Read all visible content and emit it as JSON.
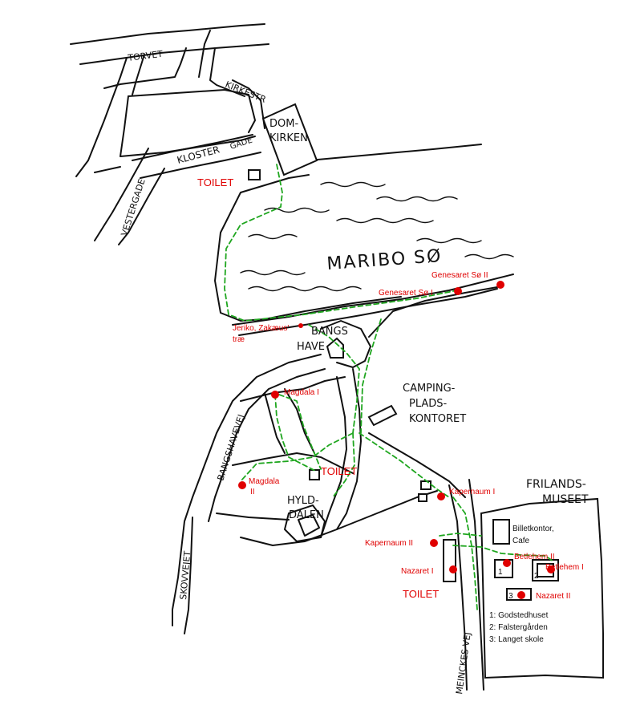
{
  "colors": {
    "ink": "#111111",
    "accent": "#e00000",
    "path": "#1fa61f",
    "background": "#ffffff"
  },
  "streets": {
    "torvet": "TORVET",
    "kirkestr": "KIRKESTR",
    "kloster": "KLOSTER",
    "gade": "GADE",
    "vestergade": "VESTERGADE",
    "bangshavevej": "BANGSHAVEVEJ",
    "skovvejet": "SKOVVEJET",
    "meinckes_vej": "MEINCKES VEJ"
  },
  "places": {
    "domkirken_1": "DOM-",
    "domkirken_2": "KIRKEN",
    "maribo_so": "MARIBO SØ",
    "bangs_have_1": "BANGS",
    "bangs_have_2": "HAVE",
    "camping_1": "CAMPING-",
    "camping_2": "PLADS-",
    "camping_3": "KONTORET",
    "hylddalen_1": "HYLD-",
    "hylddalen_2": "DALEN",
    "frilandsmuseet_1": "FRILANDS-",
    "frilandsmuseet_2": "MUSEET"
  },
  "markers": {
    "genesaret_so_ii": "Genesaret Sø II",
    "genesaret_so_i": "Genesaret Sø I",
    "jeriko_1": "Jeriko, Zakæus'",
    "jeriko_2": "træ",
    "magdala_i": "Magdala I",
    "magdala_ii_1": "Magdala",
    "magdala_ii_2": "II",
    "kapernaum_i": "Kapernaum I",
    "kapernaum_ii": "Kapernaum II",
    "nazaret_i": "Nazaret I",
    "nazaret_ii": "Nazaret II",
    "betlehem_ii": "Betlehem II",
    "betlehem_i": "Betlehem I"
  },
  "toilets": {
    "toilet_1": "TOILET",
    "toilet_2": "TOILET",
    "toilet_3": "TOILET"
  },
  "museum": {
    "billetkontor_1": "Billetkontor,",
    "billetkontor_2": "Cafe",
    "building_1": "1",
    "building_2": "2",
    "building_3": "3",
    "legend": [
      "1: Godstedhuset",
      "2: Falstergården",
      "3: Langet skole"
    ]
  }
}
